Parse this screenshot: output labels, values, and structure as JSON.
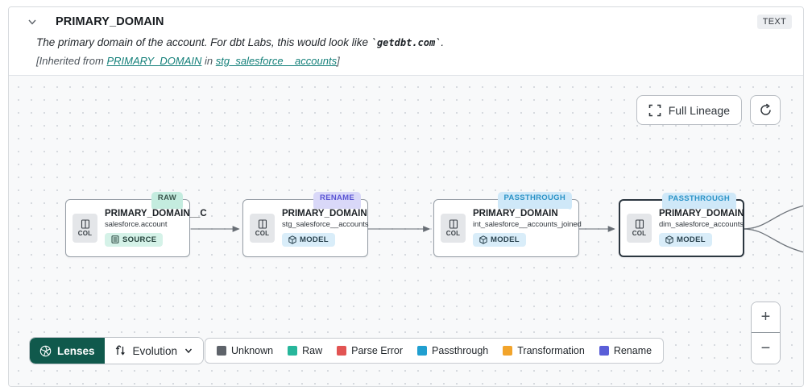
{
  "header": {
    "title": "PRIMARY_DOMAIN",
    "type_badge": "TEXT",
    "description_prefix": "The primary domain of the account. For dbt Labs, this would look like ",
    "description_code": "`getdbt.com`",
    "description_suffix": ".",
    "inherited_prefix": "[Inherited from ",
    "inherited_link_column": "PRIMARY_DOMAIN",
    "inherited_middle": " in ",
    "inherited_link_model": "stg_salesforce__accounts",
    "inherited_suffix": "]"
  },
  "toolbar": {
    "full_lineage_label": "Full Lineage",
    "refresh_icon": "refresh-icon",
    "zoom_in": "+",
    "zoom_out": "−"
  },
  "nodes": [
    {
      "tag": "RAW",
      "tag_type": "raw",
      "col_label": "COL",
      "title": "PRIMARY_DOMAIN__C",
      "subtitle": "salesforce.account",
      "badge": "SOURCE",
      "badge_type": "source",
      "selected": false
    },
    {
      "tag": "RENAME",
      "tag_type": "rename",
      "col_label": "COL",
      "title": "PRIMARY_DOMAIN",
      "subtitle": "stg_salesforce__accounts",
      "badge": "MODEL",
      "badge_type": "model",
      "selected": false
    },
    {
      "tag": "PASSTHROUGH",
      "tag_type": "passthrough",
      "col_label": "COL",
      "title": "PRIMARY_DOMAIN",
      "subtitle": "int_salesforce__accounts_joined",
      "badge": "MODEL",
      "badge_type": "model",
      "selected": false
    },
    {
      "tag": "PASSTHROUGH",
      "tag_type": "passthrough",
      "col_label": "COL",
      "title": "PRIMARY_DOMAIN",
      "subtitle": "dim_salesforce_accounts",
      "badge": "MODEL",
      "badge_type": "model",
      "selected": true
    }
  ],
  "lenses": {
    "label": "Lenses",
    "selected_lens": "Evolution"
  },
  "legend": {
    "items": [
      {
        "label": "Unknown",
        "color": "#5e636a"
      },
      {
        "label": "Raw",
        "color": "#27b69b"
      },
      {
        "label": "Parse Error",
        "color": "#e25453"
      },
      {
        "label": "Passthrough",
        "color": "#219fd0"
      },
      {
        "label": "Transformation",
        "color": "#f2a42b"
      },
      {
        "label": "Rename",
        "color": "#5a5ed8"
      }
    ]
  },
  "colors": {
    "accent_green": "#10594c",
    "link_teal": "#15807a",
    "tag_raw_bg": "#c4ecdf",
    "tag_rename_bg": "#d9d8f8",
    "tag_passthrough_bg": "#cfe8f8"
  }
}
